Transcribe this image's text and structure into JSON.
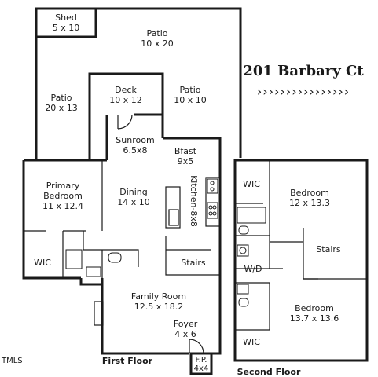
{
  "property": {
    "address": "201 Barbary Ct",
    "arrow_glyph": "››››››››››››››››"
  },
  "first_floor": {
    "label": "First Floor",
    "rooms": {
      "shed": {
        "name": "Shed",
        "size": "5 x 10"
      },
      "patio_top": {
        "name": "Patio",
        "size": "10 x 20"
      },
      "patio_left": {
        "name": "Patio",
        "size": "20 x 13"
      },
      "deck": {
        "name": "Deck",
        "size": "10 x 12"
      },
      "patio_right": {
        "name": "Patio",
        "size": "10 x 10"
      },
      "sunroom": {
        "name": "Sunroom",
        "size": "6.5x8"
      },
      "bfast": {
        "name": "Bfast",
        "size": "9x5"
      },
      "kitchen": {
        "name": "Kitchen-8x8"
      },
      "primary_bedroom": {
        "name1": "Primary",
        "name2": "Bedroom",
        "size": "11 x 12.4"
      },
      "dining": {
        "name": "Dining",
        "size": "14 x 10"
      },
      "stairs": {
        "name": "Stairs"
      },
      "wic": {
        "name": "WIC"
      },
      "family_room": {
        "name": "Family Room",
        "size": "12.5 x 18.2"
      },
      "foyer": {
        "name": "Foyer",
        "size": "4 x 6"
      },
      "fp": {
        "name": "F.P.",
        "size": "4x4"
      }
    }
  },
  "second_floor": {
    "label": "Second Floor",
    "rooms": {
      "wic_top": {
        "name": "WIC"
      },
      "bedroom_top": {
        "name": "Bedroom",
        "size": "12 x 13.3"
      },
      "stairs": {
        "name": "Stairs"
      },
      "wd": {
        "name": "W/D"
      },
      "bedroom_bottom": {
        "name": "Bedroom",
        "size": "13.7 x 13.6"
      },
      "wic_bottom": {
        "name": "WIC"
      }
    }
  },
  "watermark": {
    "text": "TMLS"
  }
}
